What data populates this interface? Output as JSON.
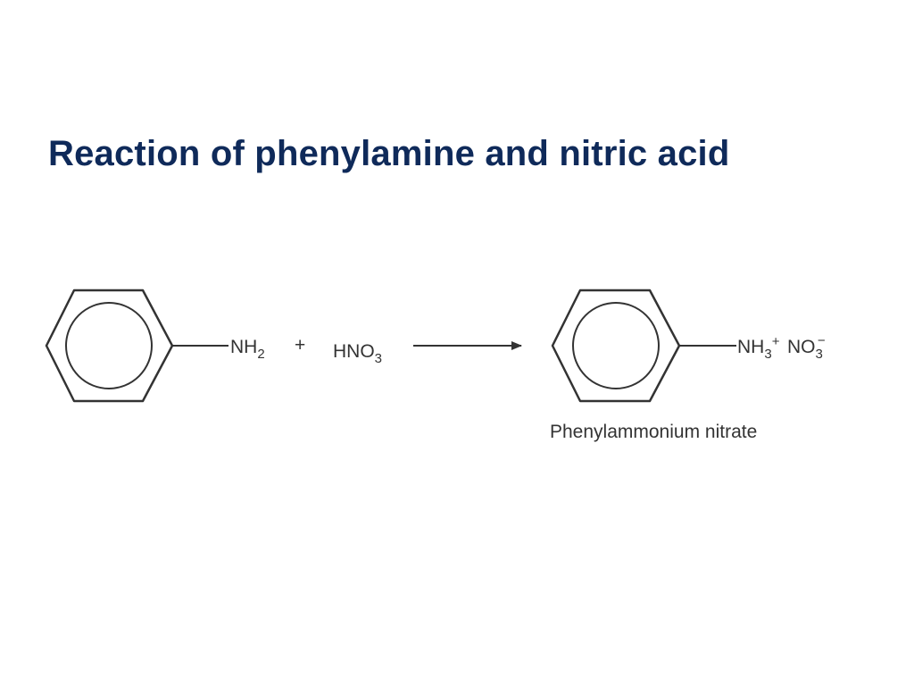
{
  "slide": {
    "title": "Reaction of phenylamine and nitric acid"
  },
  "reaction": {
    "reactant1": {
      "ring": "benzene-ring",
      "group_main": "NH",
      "group_sub": "2"
    },
    "plus_sign": "+",
    "reactant2": {
      "formula_main": "HNO",
      "formula_sub": "3"
    },
    "arrow": "reaction-arrow",
    "product": {
      "ring": "benzene-ring",
      "cation_main": "NH",
      "cation_sub": "3",
      "cation_charge": "+",
      "anion_main": "NO",
      "anion_sub": "3",
      "anion_charge": "−",
      "name": "Phenylammonium nitrate"
    }
  }
}
